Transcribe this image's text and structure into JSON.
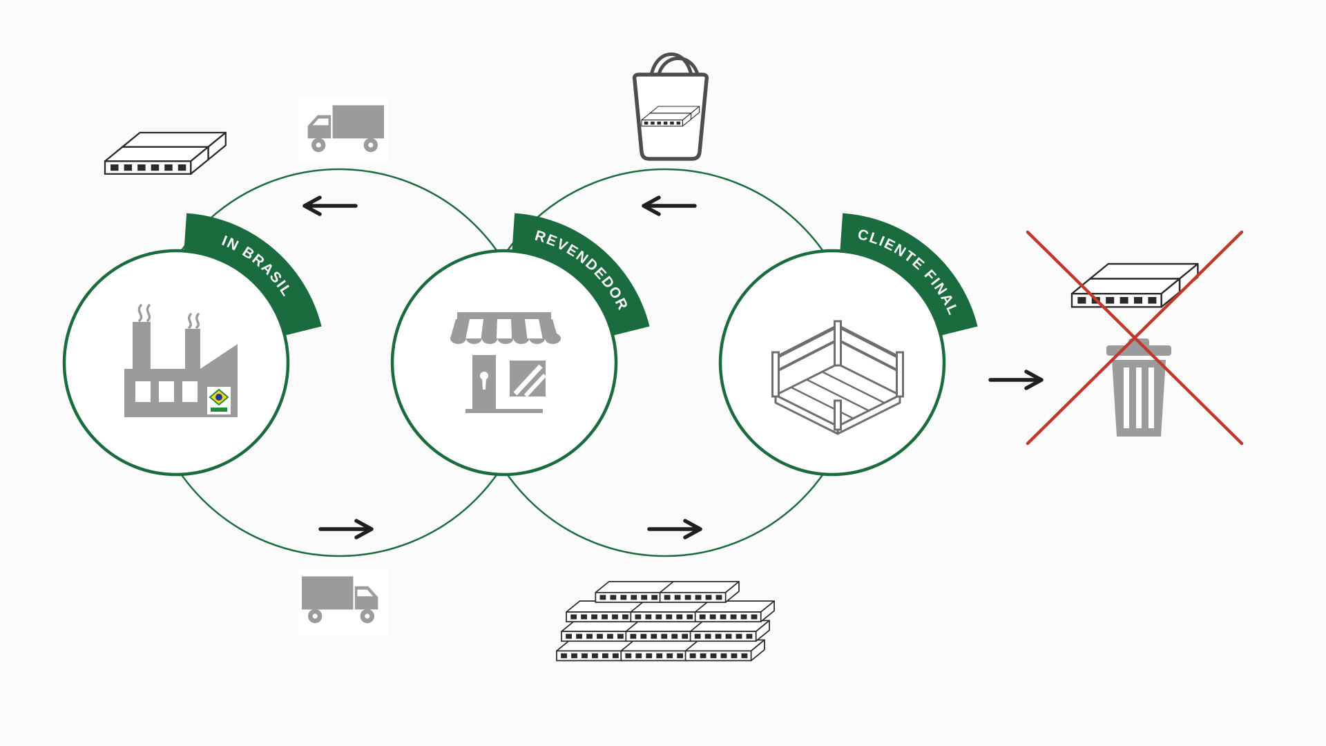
{
  "colors": {
    "green": "#1a6b3e",
    "gray": "#9b9b9b",
    "outline": "#5f5f5f",
    "ink": "#1f1f1f",
    "red": "#c0392b",
    "bg": "#fbfbfb"
  },
  "nodes": [
    {
      "id": "manufacturer",
      "label": "IN BRASIL",
      "icon": "factory-icon"
    },
    {
      "id": "reseller",
      "label": "REVENDEDOR",
      "icon": "storefront-icon"
    },
    {
      "id": "final-customer",
      "label": "CLIENTE FINAL",
      "icon": "pallet-icon"
    }
  ],
  "icons": {
    "left_boards": "decking-boards-icon",
    "cycle1_top": "truck-left-icon",
    "cycle1_bottom": "truck-right-icon",
    "cycle2_top": "shopping-bag-with-boards-icon",
    "cycle2_bottom": "board-stack-icon",
    "right_arrow": "arrow-right-icon",
    "right_boards": "decking-boards-icon",
    "right_bin": "trash-bin-icon",
    "right_cross": "red-cross-icon"
  }
}
